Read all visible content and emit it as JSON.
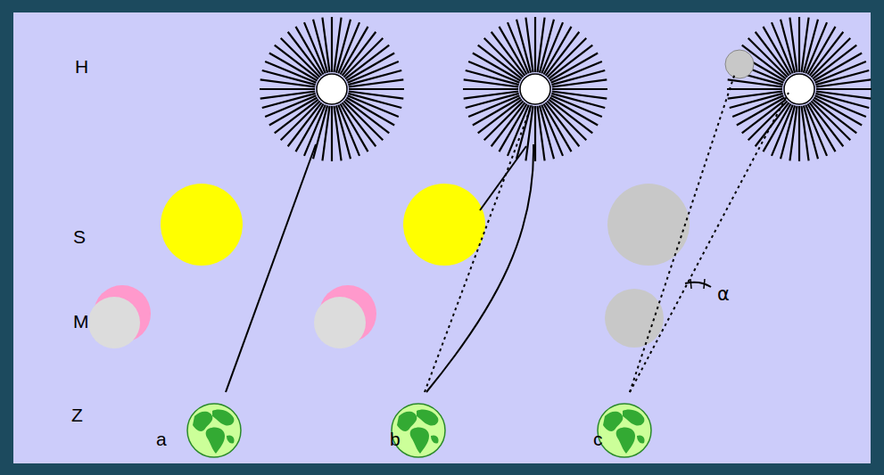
{
  "diagram": {
    "labels": [
      "H",
      "S",
      "M",
      "Z",
      "a",
      "b",
      "c",
      "α"
    ]
  }
}
